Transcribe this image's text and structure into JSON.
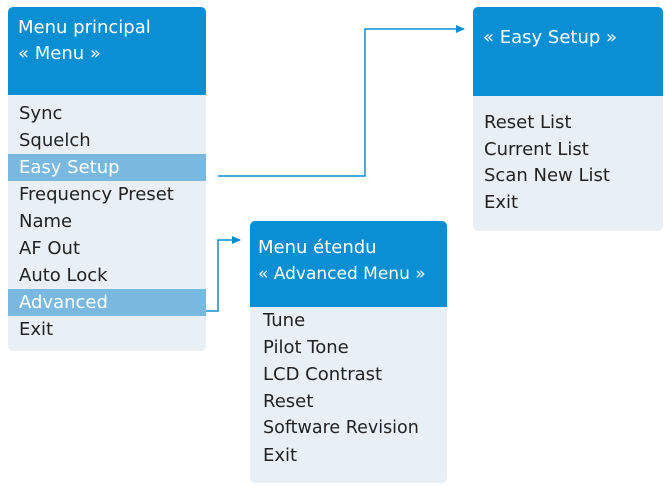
{
  "main_menu": {
    "title_line1": "Menu principal",
    "title_line2": "« Menu »",
    "items": [
      {
        "label": "Sync",
        "highlighted": false
      },
      {
        "label": "Squelch",
        "highlighted": false
      },
      {
        "label": "Easy Setup",
        "highlighted": true
      },
      {
        "label": "Frequency Preset",
        "highlighted": false
      },
      {
        "label": "Name",
        "highlighted": false
      },
      {
        "label": "AF Out",
        "highlighted": false
      },
      {
        "label": "Auto Lock",
        "highlighted": false
      },
      {
        "label": "Advanced",
        "highlighted": true
      },
      {
        "label": "Exit",
        "highlighted": false
      }
    ]
  },
  "easy_setup_menu": {
    "title_line1": "« Easy Setup »",
    "items": [
      {
        "label": "Reset List"
      },
      {
        "label": "Current List"
      },
      {
        "label": "Scan New List"
      },
      {
        "label": "Exit"
      }
    ]
  },
  "advanced_menu": {
    "title_line1": "Menu étendu",
    "title_line2": "« Advanced Menu »",
    "items": [
      {
        "label": "Tune"
      },
      {
        "label": "Pilot Tone"
      },
      {
        "label": "LCD Contrast"
      },
      {
        "label": "Reset"
      },
      {
        "label": "Software Revision"
      },
      {
        "label": "Exit"
      }
    ]
  },
  "colors": {
    "header": "#0a8fd4",
    "highlight": "#79b9e0",
    "panel": "#e8eff5",
    "connector": "#0a8fd4"
  }
}
